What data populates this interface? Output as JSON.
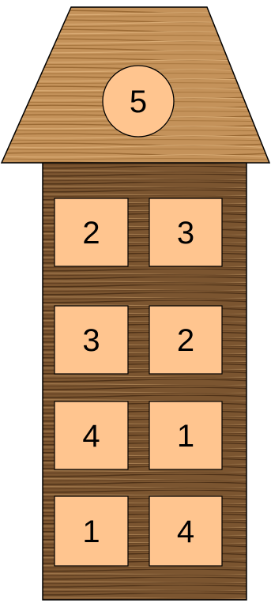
{
  "roof": {
    "number": "5"
  },
  "windows": [
    {
      "number": "2"
    },
    {
      "number": "3"
    },
    {
      "number": "3"
    },
    {
      "number": "2"
    },
    {
      "number": "4"
    },
    {
      "number": "1"
    },
    {
      "number": "1"
    },
    {
      "number": "4"
    }
  ],
  "colors": {
    "roof_wood": "#b98549",
    "tower_wood": "#6f4a26",
    "window_fill": "#ffc58f",
    "outline": "#000000"
  }
}
